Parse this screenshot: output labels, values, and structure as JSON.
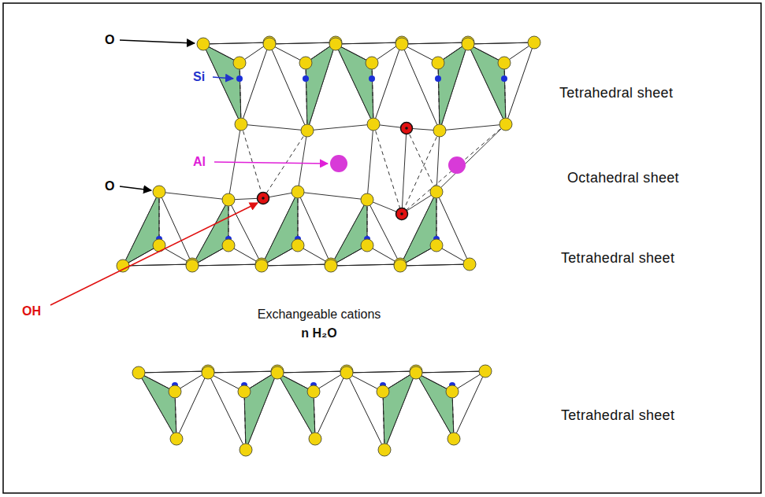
{
  "diagram": {
    "labels": [
      "O",
      "Si",
      "Al",
      "Tetrahedral sheet",
      "Octahedral sheet",
      "O",
      "Tetrahedral sheet",
      "OH",
      "Exchangeable cations",
      "n H₂O",
      "Tetrahedral sheet"
    ]
  }
}
